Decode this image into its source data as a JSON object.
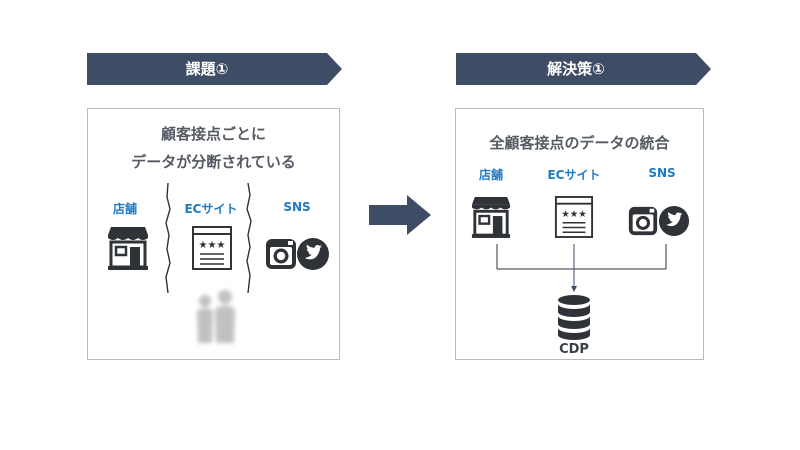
{
  "colors": {
    "banner": "#3e4c66",
    "arrow": "#3e4c66",
    "heading_text": "#555a63",
    "channel_text": "#1f7ac4",
    "icon": "#2f3236",
    "panel_border": "#b9b9b9"
  },
  "left": {
    "banner": "課題①",
    "heading_line1": "顧客接点ごとに",
    "heading_line2": "データが分断されている",
    "channels": [
      "店舗",
      "ECサイト",
      "SNS"
    ]
  },
  "right": {
    "banner": "解決策①",
    "heading": "全顧客接点のデータの統合",
    "channels": [
      "店舗",
      "ECサイト",
      "SNS"
    ],
    "hub_label": "CDP"
  },
  "icons": [
    "store-icon",
    "web-page-icon",
    "instagram-icon",
    "twitter-icon",
    "people-icon",
    "database-icon",
    "right-arrow-icon"
  ]
}
